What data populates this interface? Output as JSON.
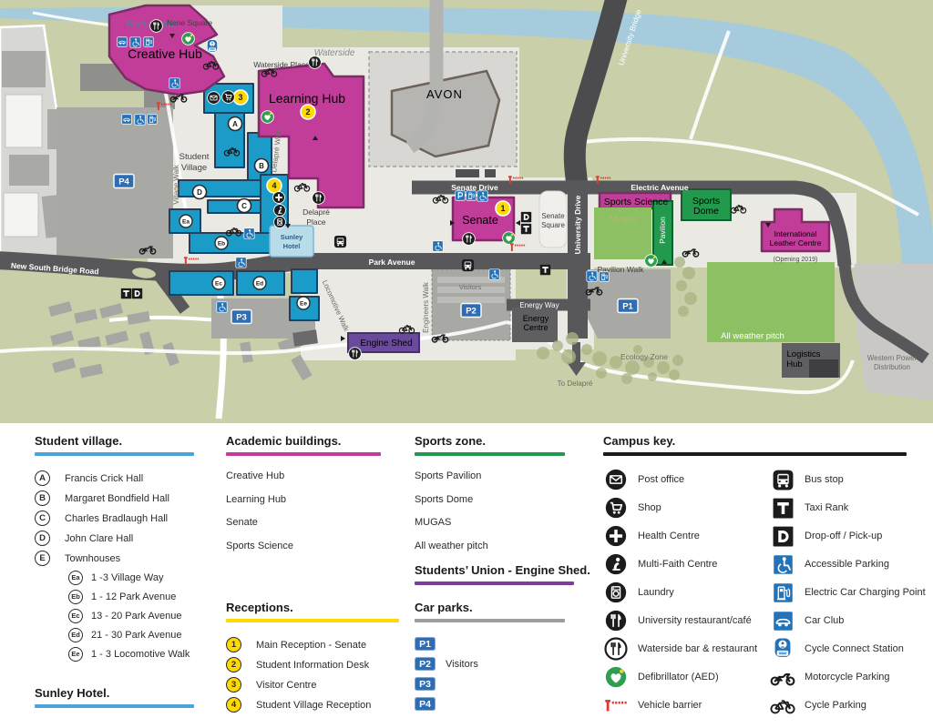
{
  "map": {
    "labels": {
      "river_nene": "River Nene",
      "university_bridge": "University Bridge",
      "nene_square": "Nene Square",
      "waterside_place": "Waterside Place",
      "waterside_script": "Waterside",
      "creative_hub": "Creative Hub",
      "learning_hub": "Learning Hub",
      "avon": "AVON",
      "student_village": [
        "Student",
        "Village"
      ],
      "village_walk": "Village Walk",
      "delapre_walk": "Delapré Walk",
      "delapre_place": [
        "Delapré",
        "Place"
      ],
      "sunley_hotel": [
        "Sunley",
        "Hotel"
      ],
      "senate": "Senate",
      "senate_drive": "Senate Drive",
      "senate_square": [
        "Senate",
        "Square"
      ],
      "university_drive": "University Drive",
      "electric_avenue": "Electric Avenue",
      "sports_science": "Sports Science",
      "sports_dome": [
        "Sports",
        "Dome"
      ],
      "pavilion": "Pavilion",
      "mugas": "Mugas",
      "pavilion_walk": "Pavilion Walk",
      "intl_leather": [
        "International",
        "Leather Centre"
      ],
      "opening": "(Opening 2019)",
      "all_weather_pitch": "All weather pitch",
      "logistics_hub": [
        "Logistics",
        "Hub"
      ],
      "western_power": [
        "Western Power",
        "Distribution"
      ],
      "ecology_zone": "Ecology Zone",
      "to_delapre": "To Delapré",
      "park_avenue": "Park Avenue",
      "new_south_bridge_road": "New South Bridge Road",
      "locomotive_walk": "Locomotive Walk",
      "engineers_walk": "Engineers Walk",
      "engine_shed": "Engine Shed",
      "energy_way": "Energy Way",
      "energy_centre": [
        "Energy",
        "Centre"
      ],
      "visitors": "Visitors"
    },
    "badges": {
      "A": "A",
      "B": "B",
      "C": "C",
      "D": "D",
      "Ea": "Ea",
      "Eb": "Eb",
      "Ec": "Ec",
      "Ed": "Ed",
      "Ee": "Ee",
      "r1": "1",
      "r2": "2",
      "r3": "3",
      "r4": "4",
      "P1": "P1",
      "P2": "P2",
      "P3": "P3",
      "P4": "P4"
    }
  },
  "legend": {
    "student_village": {
      "title": "Student village.",
      "items": [
        {
          "b": "A",
          "label": "Francis Crick Hall"
        },
        {
          "b": "B",
          "label": "Margaret Bondfield Hall"
        },
        {
          "b": "C",
          "label": "Charles Bradlaugh Hall"
        },
        {
          "b": "D",
          "label": "John Clare Hall"
        },
        {
          "b": "E",
          "label": "Townhouses"
        }
      ],
      "subitems": [
        {
          "b": "Ea",
          "label": "1 -3 Village Way"
        },
        {
          "b": "Eb",
          "label": "1 - 12 Park Avenue"
        },
        {
          "b": "Ec",
          "label": "13 - 20 Park Avenue"
        },
        {
          "b": "Ed",
          "label": "21 - 30 Park Avenue"
        },
        {
          "b": "Ee",
          "label": "1 - 3 Locomotive Walk"
        }
      ]
    },
    "sunley": {
      "title": "Sunley Hotel."
    },
    "academic": {
      "title": "Academic buildings.",
      "items": [
        "Creative Hub",
        "Learning Hub",
        "Senate",
        "Sports Science"
      ]
    },
    "receptions": {
      "title": "Receptions.",
      "items": [
        {
          "b": "1",
          "label": "Main Reception - Senate"
        },
        {
          "b": "2",
          "label": "Student Information Desk"
        },
        {
          "b": "3",
          "label": "Visitor Centre"
        },
        {
          "b": "4",
          "label": "Student Village Reception"
        }
      ]
    },
    "sports": {
      "title": "Sports zone.",
      "items": [
        "Sports Pavilion",
        "Sports Dome",
        "MUGAS",
        "All weather pitch"
      ]
    },
    "union": {
      "title": "Students’ Union - Engine Shed."
    },
    "carparks": {
      "title": "Car parks.",
      "items": [
        {
          "b": "P1",
          "label": ""
        },
        {
          "b": "P2",
          "label": "Visitors"
        },
        {
          "b": "P3",
          "label": ""
        },
        {
          "b": "P4",
          "label": ""
        }
      ]
    },
    "campus_key": {
      "title": "Campus key.",
      "col1": [
        {
          "icon": "post-office-icon",
          "label": "Post office"
        },
        {
          "icon": "shop-icon",
          "label": "Shop"
        },
        {
          "icon": "health-centre-icon",
          "label": "Health Centre"
        },
        {
          "icon": "multi-faith-icon",
          "label": "Multi-Faith Centre"
        },
        {
          "icon": "laundry-icon",
          "label": "Laundry"
        },
        {
          "icon": "restaurant-icon",
          "label": "University restaurant/café"
        },
        {
          "icon": "waterside-bar-icon",
          "label": "Waterside bar & restaurant"
        },
        {
          "icon": "defibrillator-icon",
          "label": "Defibrillator (AED)"
        },
        {
          "icon": "vehicle-barrier-icon",
          "label": "Vehicle barrier"
        }
      ],
      "col2": [
        {
          "icon": "bus-stop-icon",
          "label": "Bus stop"
        },
        {
          "icon": "taxi-rank-icon",
          "label": "Taxi Rank"
        },
        {
          "icon": "drop-off-icon",
          "label": "Drop-off / Pick-up"
        },
        {
          "icon": "accessible-parking-icon",
          "label": "Accessible Parking"
        },
        {
          "icon": "ev-charging-icon",
          "label": "Electric Car Charging Point"
        },
        {
          "icon": "car-club-icon",
          "label": "Car Club"
        },
        {
          "icon": "cycle-connect-icon",
          "label": "Cycle Connect Station"
        },
        {
          "icon": "motorcycle-parking-icon",
          "label": "Motorcycle Parking"
        },
        {
          "icon": "cycle-parking-icon",
          "label": "Cycle Parking"
        }
      ]
    }
  },
  "colors": {
    "student_village_underline": "#4da3d8",
    "academic_underline": "#c23d9b",
    "receptions_underline": "#ffd900",
    "sports_underline": "#219a4e",
    "union_underline": "#7a3f98",
    "carparks_underline": "#9d9d9b",
    "campus_key_underline": "#1a1a1a",
    "magenta_building": "#c23d99",
    "teal_building": "#1b9bc7",
    "green_building": "#229a4d",
    "pitch_green": "#8cc063",
    "union_purple": "#6a4a9c",
    "parking_blue": "#2e6db4",
    "road_gray": "#58585b",
    "river_blue": "#a5cbdc",
    "map_green": "#c9cfa8"
  }
}
